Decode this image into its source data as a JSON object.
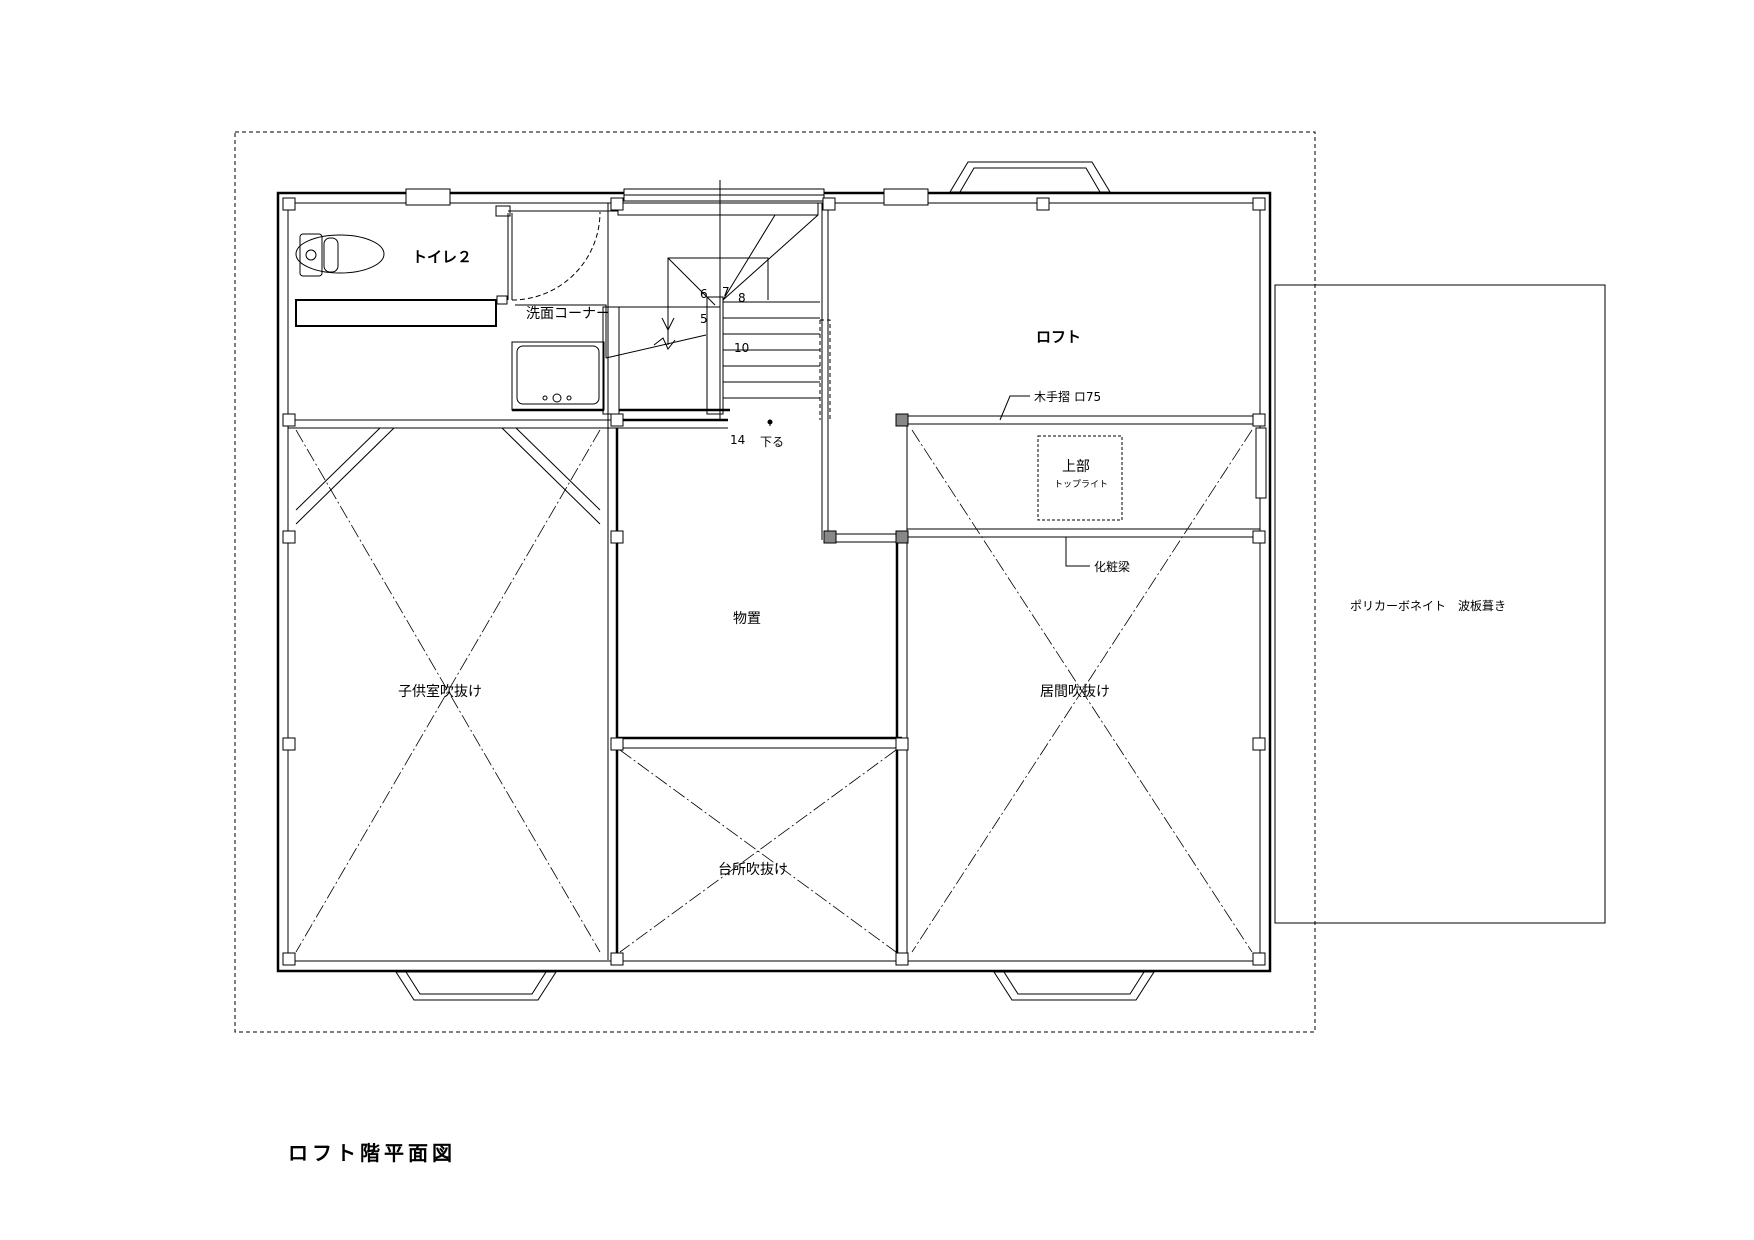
{
  "drawing": {
    "title": "ロフト階平面図"
  },
  "rooms": {
    "toilet": "トイレ２",
    "wash_corner": "洗面コーナー",
    "loft": "ロフト",
    "storage": "物置",
    "kids_void": "子供室吹抜け",
    "kitchen_void": "台所吹抜け",
    "living_void": "居間吹抜け"
  },
  "annotations": {
    "handrail": "木手摺 ロ75",
    "skylight_top": "上部",
    "skylight_bottom": "トップライト",
    "beam": "化粧梁",
    "roof": "ポリカーボネイト　波板葺き",
    "stairs_down": "下る"
  },
  "stair_numbers": {
    "s5": "5",
    "s6": "6",
    "s7": "7",
    "s8": "8",
    "s10": "10",
    "s14": "14"
  }
}
